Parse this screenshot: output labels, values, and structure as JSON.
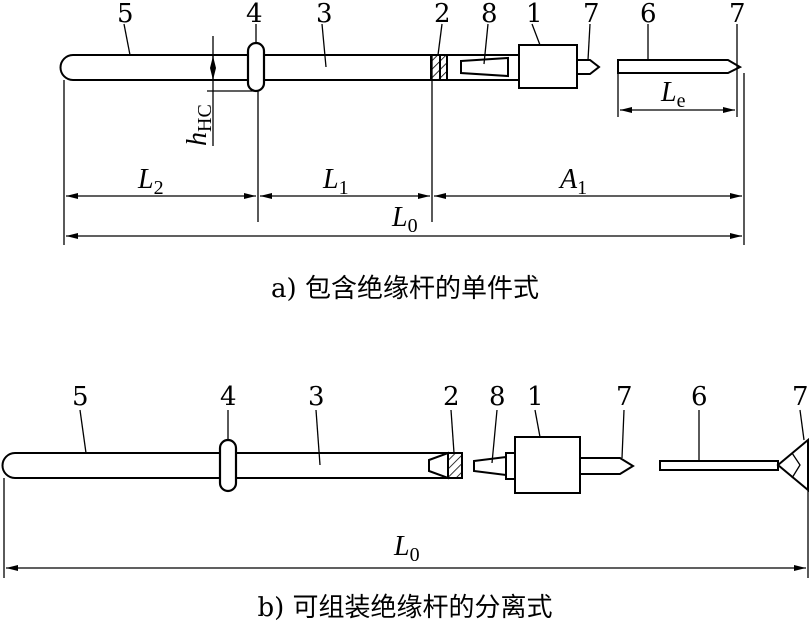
{
  "diagram_a": {
    "part_labels": [
      "5",
      "4",
      "3",
      "2",
      "8",
      "1",
      "7",
      "6",
      "7"
    ],
    "dimensions": {
      "h_hc": {
        "main": "h",
        "sub": "HC"
      },
      "l_e": {
        "main": "L",
        "sub": "e"
      },
      "l_2": {
        "main": "L",
        "sub": "2"
      },
      "l_1": {
        "main": "L",
        "sub": "1"
      },
      "a_1": {
        "main": "A",
        "sub": "1"
      },
      "l_0": {
        "main": "L",
        "sub": "0"
      }
    },
    "caption": "a) 包含绝缘杆的单件式"
  },
  "diagram_b": {
    "part_labels": [
      "5",
      "4",
      "3",
      "2",
      "8",
      "1",
      "7",
      "6",
      "7"
    ],
    "dimensions": {
      "l_0": {
        "main": "L",
        "sub": "0"
      }
    },
    "caption": "b) 可组装绝缘杆的分离式"
  }
}
